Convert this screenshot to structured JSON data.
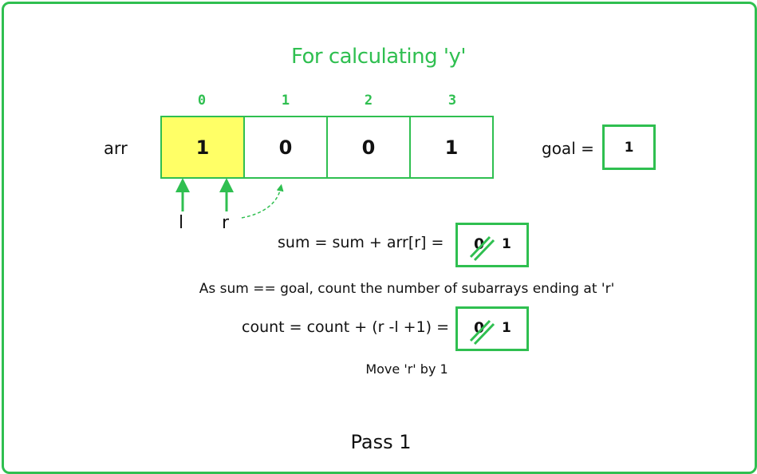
{
  "title": "For calculating 'y'",
  "array": {
    "label": "arr",
    "indices": [
      "0",
      "1",
      "2",
      "3"
    ],
    "values": [
      "1",
      "0",
      "0",
      "1"
    ],
    "highlighted_index": 0
  },
  "goal": {
    "label": "goal =",
    "value": "1"
  },
  "pointers": {
    "left": "l",
    "right": "r"
  },
  "sum": {
    "label": "sum =  sum + arr[r] =",
    "old": "0",
    "new": "1"
  },
  "note": "As sum == goal, count the number of subarrays ending at 'r'",
  "count": {
    "label": "count =  count + (r -l +1) =",
    "old": "0",
    "new": "1"
  },
  "move": "Move 'r' by 1",
  "pass": "Pass 1",
  "colors": {
    "accent": "#2fbf50",
    "highlight": "#ffff66"
  }
}
